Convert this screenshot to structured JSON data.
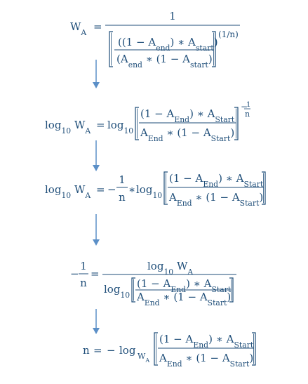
{
  "equations": [
    {
      "id": "eq1",
      "lhs": "W",
      "lhs_sub": "A",
      "numerator": "1",
      "inner_num": [
        "((1 − A",
        "end",
        ") ∗ A",
        "start",
        ")"
      ],
      "inner_den": [
        "(A",
        "end",
        " ∗ (1 − A",
        "start",
        ")"
      ],
      "exponent": "(1/n)"
    },
    {
      "id": "eq2",
      "lhs": "log",
      "lhs_sub": "10",
      "lhs_var": "W",
      "lhs_var_sub": "A",
      "rhs_fn": "log",
      "rhs_fn_sub": "10",
      "frac_num": [
        "(1 − A",
        "End",
        ") ∗ A",
        "Start"
      ],
      "frac_den": [
        "A",
        "End",
        " ∗ (1 − A",
        "Start",
        ")"
      ],
      "exponent_sign": "−",
      "exponent_num": "1",
      "exponent_den": "n"
    },
    {
      "id": "eq3",
      "lhs": "log",
      "lhs_sub": "10",
      "lhs_var": "W",
      "lhs_var_sub": "A",
      "coef_sign": "−",
      "coef_num": "1",
      "coef_den": "n",
      "rhs_fn": "log",
      "rhs_fn_sub": "10",
      "frac_num": [
        "(1 − A",
        "End",
        ") ∗ A",
        "Start"
      ],
      "frac_den": [
        "A",
        "End",
        " ∗ (1 − A",
        "Start",
        ")"
      ]
    },
    {
      "id": "eq4",
      "lhs_sign": "−",
      "lhs_num": "1",
      "lhs_den": "n",
      "num_fn": "log",
      "num_fn_sub": "10",
      "num_var": "W",
      "num_var_sub": "A",
      "den_fn": "log",
      "den_fn_sub": "10",
      "frac_num": [
        "(1 − A",
        "End",
        ") ∗ A",
        "Start"
      ],
      "frac_den": [
        "A",
        "End",
        " ∗ (1 − A",
        "Start",
        ")"
      ]
    },
    {
      "id": "eq5",
      "lhs": "n",
      "sign": "−",
      "rhs_fn": "log",
      "rhs_fn_sub_var": "W",
      "rhs_fn_sub_sub": "A",
      "frac_num": [
        "(1 − A",
        "End",
        ") ∗ A",
        "Start"
      ],
      "frac_den": [
        "A",
        "End",
        " ∗ (1 − A",
        "Start",
        ")"
      ]
    }
  ],
  "colors": {
    "text": "#1f4e79",
    "arrow": "#5b8fc7"
  }
}
